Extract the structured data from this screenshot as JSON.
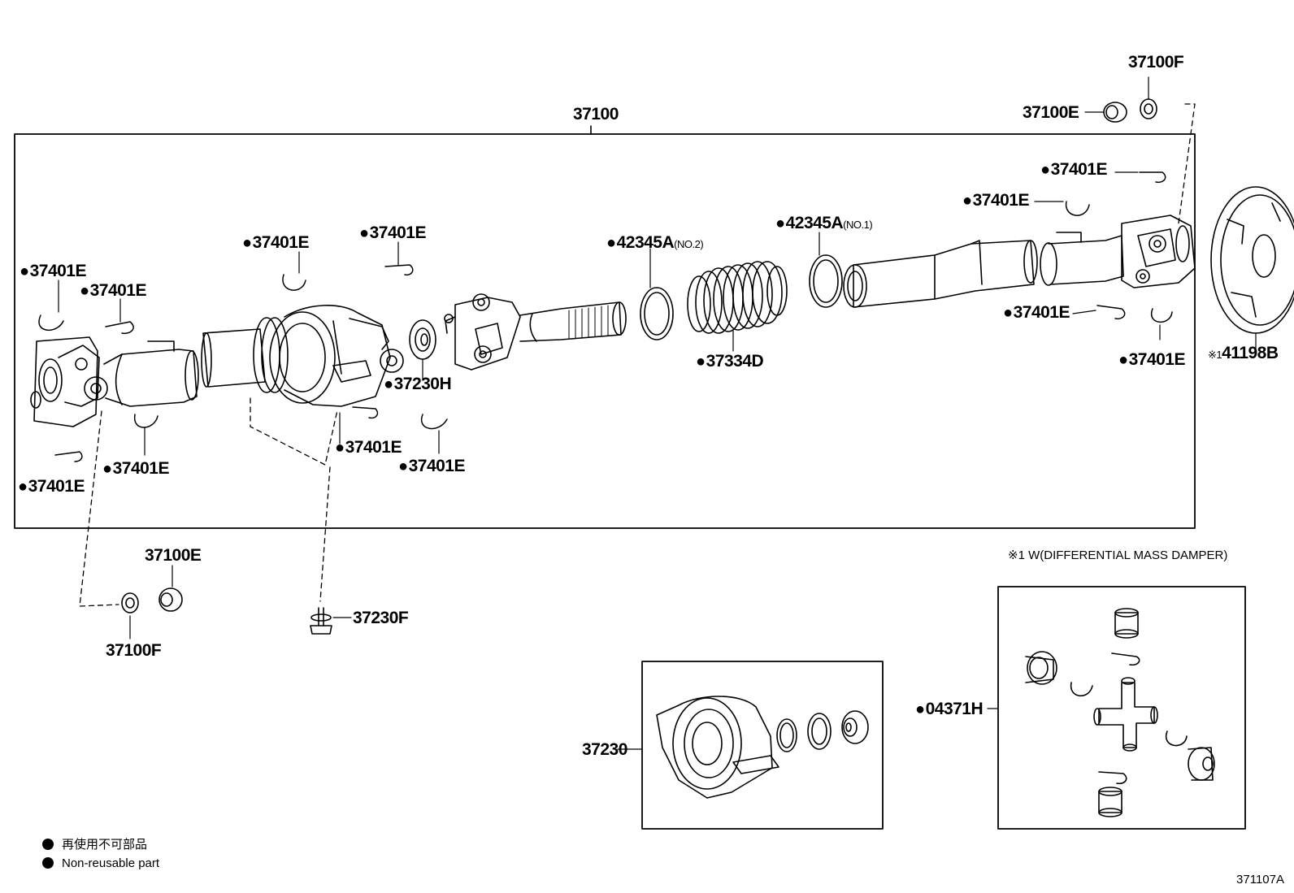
{
  "assembly_label": "37100",
  "note_text": "※1 W(DIFFERENTIAL MASS DAMPER)",
  "figure_code": "371107A",
  "legend": {
    "jp": "再使用不可部品",
    "en": "Non-reusable part"
  },
  "labels": {
    "p37100F_top": "37100F",
    "p37100E_top": "37100E",
    "snap_r1": "37401E",
    "snap_r2": "37401E",
    "snap_r3": "37401E",
    "snap_r4": "37401E",
    "snap_l1": "37401E",
    "snap_l2": "37401E",
    "snap_l3": "37401E",
    "snap_l4": "37401E",
    "snap_m1": "37401E",
    "snap_m2": "37401E",
    "snap_m3": "37401E",
    "snap_m4": "37401E",
    "clamp2": "42345A",
    "clamp2_sub": "(NO.2)",
    "clamp1": "42345A",
    "clamp1_sub": "(NO.1)",
    "boot": "37334D",
    "bearing_h": "37230H",
    "damper_prefix": "※1",
    "damper": "41198B",
    "p37100E_bot": "37100E",
    "p37100F_bot": "37100F",
    "bolt": "37230F",
    "support": "37230",
    "spider": "04371H"
  }
}
